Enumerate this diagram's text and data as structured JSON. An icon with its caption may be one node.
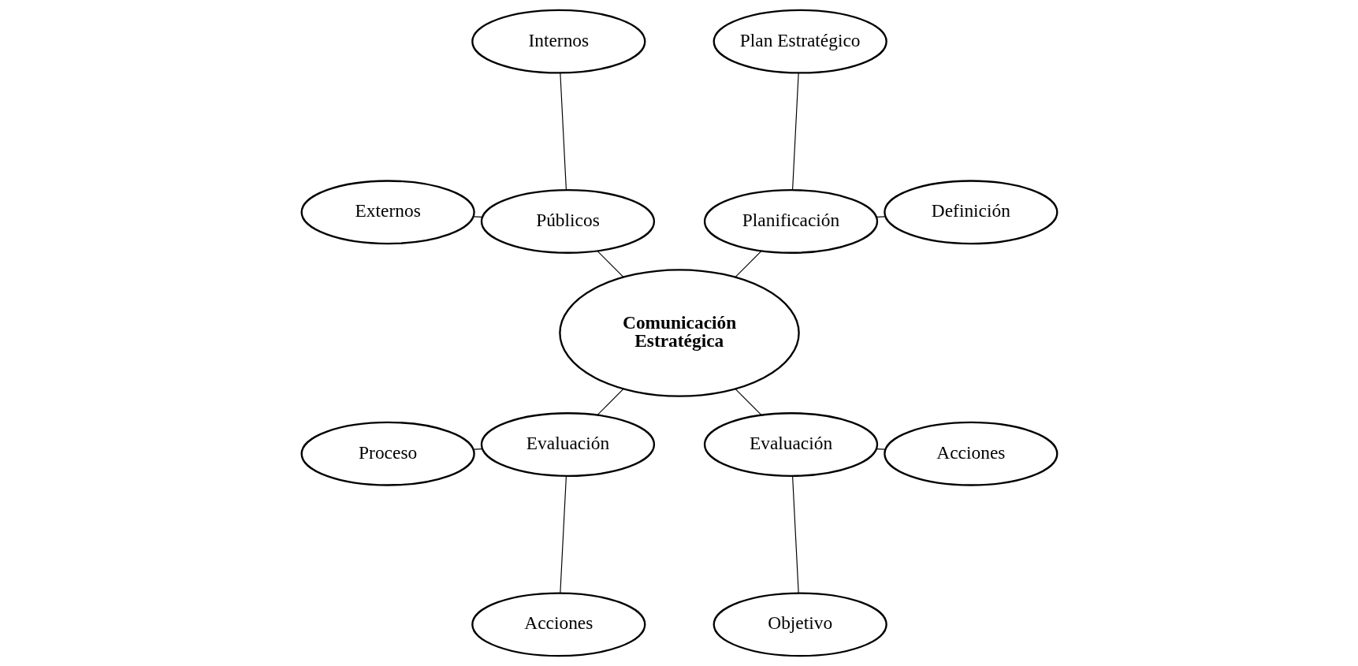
{
  "diagram": {
    "nodes": [
      {
        "text": [
          "Comunicación Estratégica"
        ]
      },
      {
        "text": [
          "Planificación"
        ]
      },
      {
        "text": [
          "Definición"
        ]
      },
      {
        "text": [
          "Plan Estratégico"
        ]
      },
      {
        "text": [
          "Públicos"
        ]
      },
      {
        "text": [
          "Internos"
        ]
      },
      {
        "text": [
          "Externos"
        ]
      },
      {
        "text": [
          "Evaluación"
        ]
      },
      {
        "text": [
          "Proceso"
        ]
      },
      {
        "text": [
          "Acciones"
        ]
      },
      {
        "text": [
          "Evaluación"
        ]
      },
      {
        "text": [
          "Objetivo"
        ]
      },
      {
        "text": [
          "Acciones"
        ]
      }
    ],
    "edges": [
      {
        "from": 0,
        "to": 1,
        "arrow": "none"
      },
      {
        "from": 1,
        "to": 2,
        "arrow": "none"
      },
      {
        "from": 1,
        "to": 3,
        "arrow": "none"
      },
      {
        "from": 0,
        "to": 4,
        "arrow": "none"
      },
      {
        "from": 4,
        "to": 5,
        "arrow": "none"
      },
      {
        "from": 4,
        "to": 6,
        "arrow": "none"
      },
      {
        "from": 0,
        "to": 7,
        "arrow": "none"
      },
      {
        "from": 7,
        "to": 8,
        "arrow": "none"
      },
      {
        "from": 7,
        "to": 9,
        "arrow": "none"
      },
      {
        "from": 0,
        "to": 10,
        "arrow": "none"
      },
      {
        "from": 10,
        "to": 11,
        "arrow": "none"
      },
      {
        "from": 10,
        "to": 12,
        "arrow": "none"
      }
    ]
  }
}
